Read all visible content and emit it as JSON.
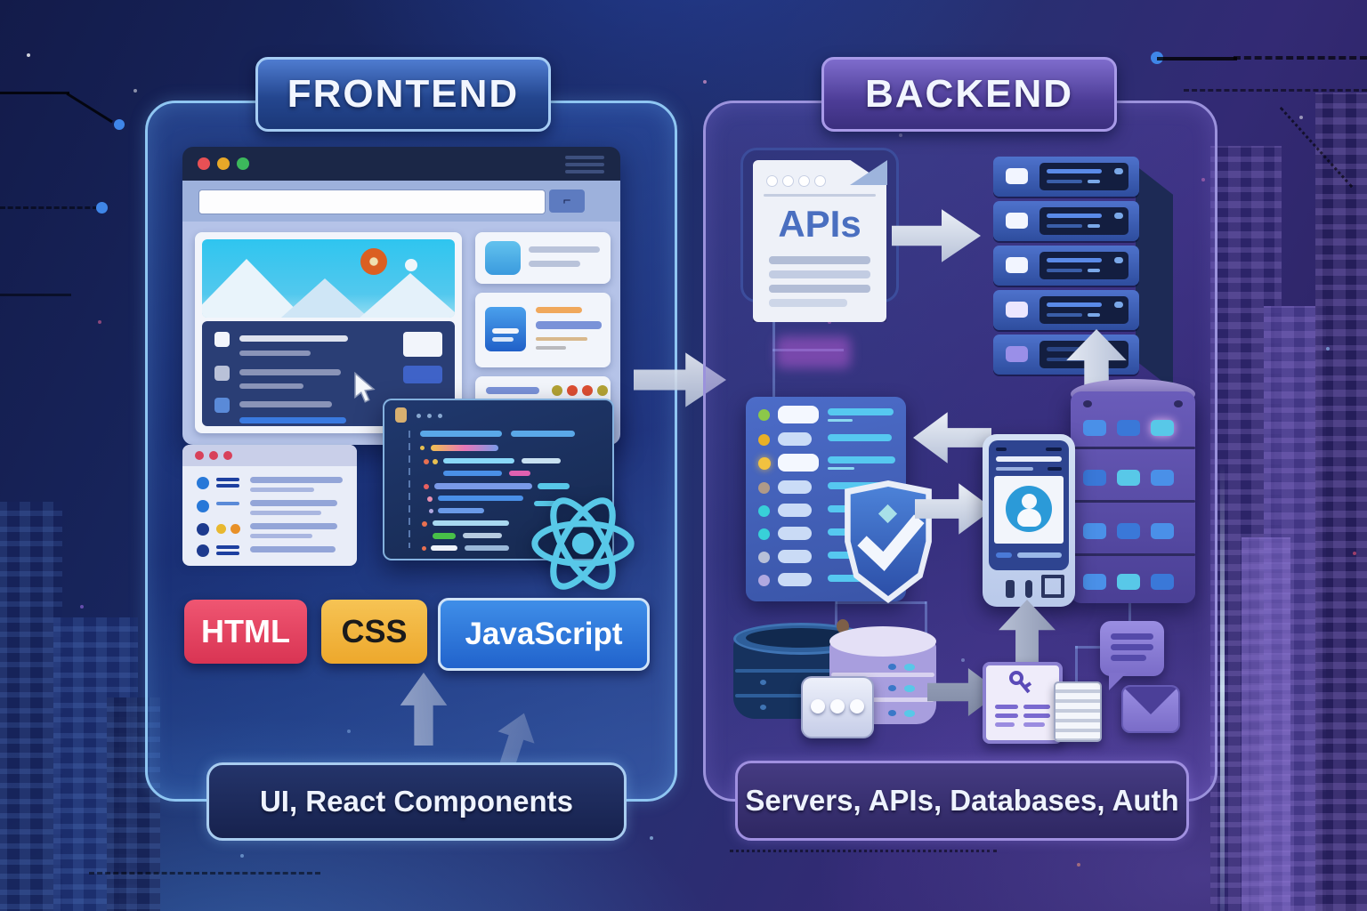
{
  "header": {
    "frontend_label": "FRONTEND",
    "backend_label": "BACKEND"
  },
  "frontend": {
    "caption": "UI, React Components",
    "tech_badges": [
      {
        "label": "HTML",
        "bg": "#e8435f",
        "fg": "#ffffff"
      },
      {
        "label": "CSS",
        "bg": "#f2b73c",
        "fg": "#1b1b1b"
      },
      {
        "label": "JavaScript",
        "bg": "#2e7de0",
        "fg": "#ffffff"
      }
    ],
    "icons": [
      "browser-window-icon",
      "hero-image-icon",
      "cursor-icon",
      "list-window-icon",
      "code-editor-icon",
      "react-logo-icon",
      "up-arrow-icon"
    ]
  },
  "backend": {
    "caption": "Servers, APIs, Databases, Auth",
    "api_doc_label": "APIs",
    "icons": [
      "api-document-icon",
      "server-rack-icon",
      "request-list-icon",
      "shield-check-icon",
      "auth-phone-icon",
      "server-tower-icon",
      "database-dark-icon",
      "database-light-icon",
      "ellipsis-badge-icon",
      "key-card-icon",
      "notes-card-icon",
      "chat-bubble-icon",
      "mail-icon",
      "up-arrow-icon"
    ]
  },
  "flow": {
    "frontend_to_backend": "arrow-right",
    "doc_to_rack": "arrow-right",
    "tower_to_list": "arrow-left",
    "list_to_phone": "arrow-right",
    "db_to_auth": "arrow-right",
    "auth_to_phone": "arrow-up",
    "to_rack": "arrow-up"
  },
  "colors": {
    "background": "#1a2360",
    "frontend_panel_border": "#8fc6f2",
    "backend_panel_border": "#9b92dc",
    "frontend_badge_bg": "#24468f",
    "backend_badge_bg": "#4c3c96",
    "react_blue": "#58c8e8",
    "api_text": "#4a6fc0",
    "caption_bg_frontend": "#17224e",
    "caption_bg_backend": "#2e2762"
  }
}
